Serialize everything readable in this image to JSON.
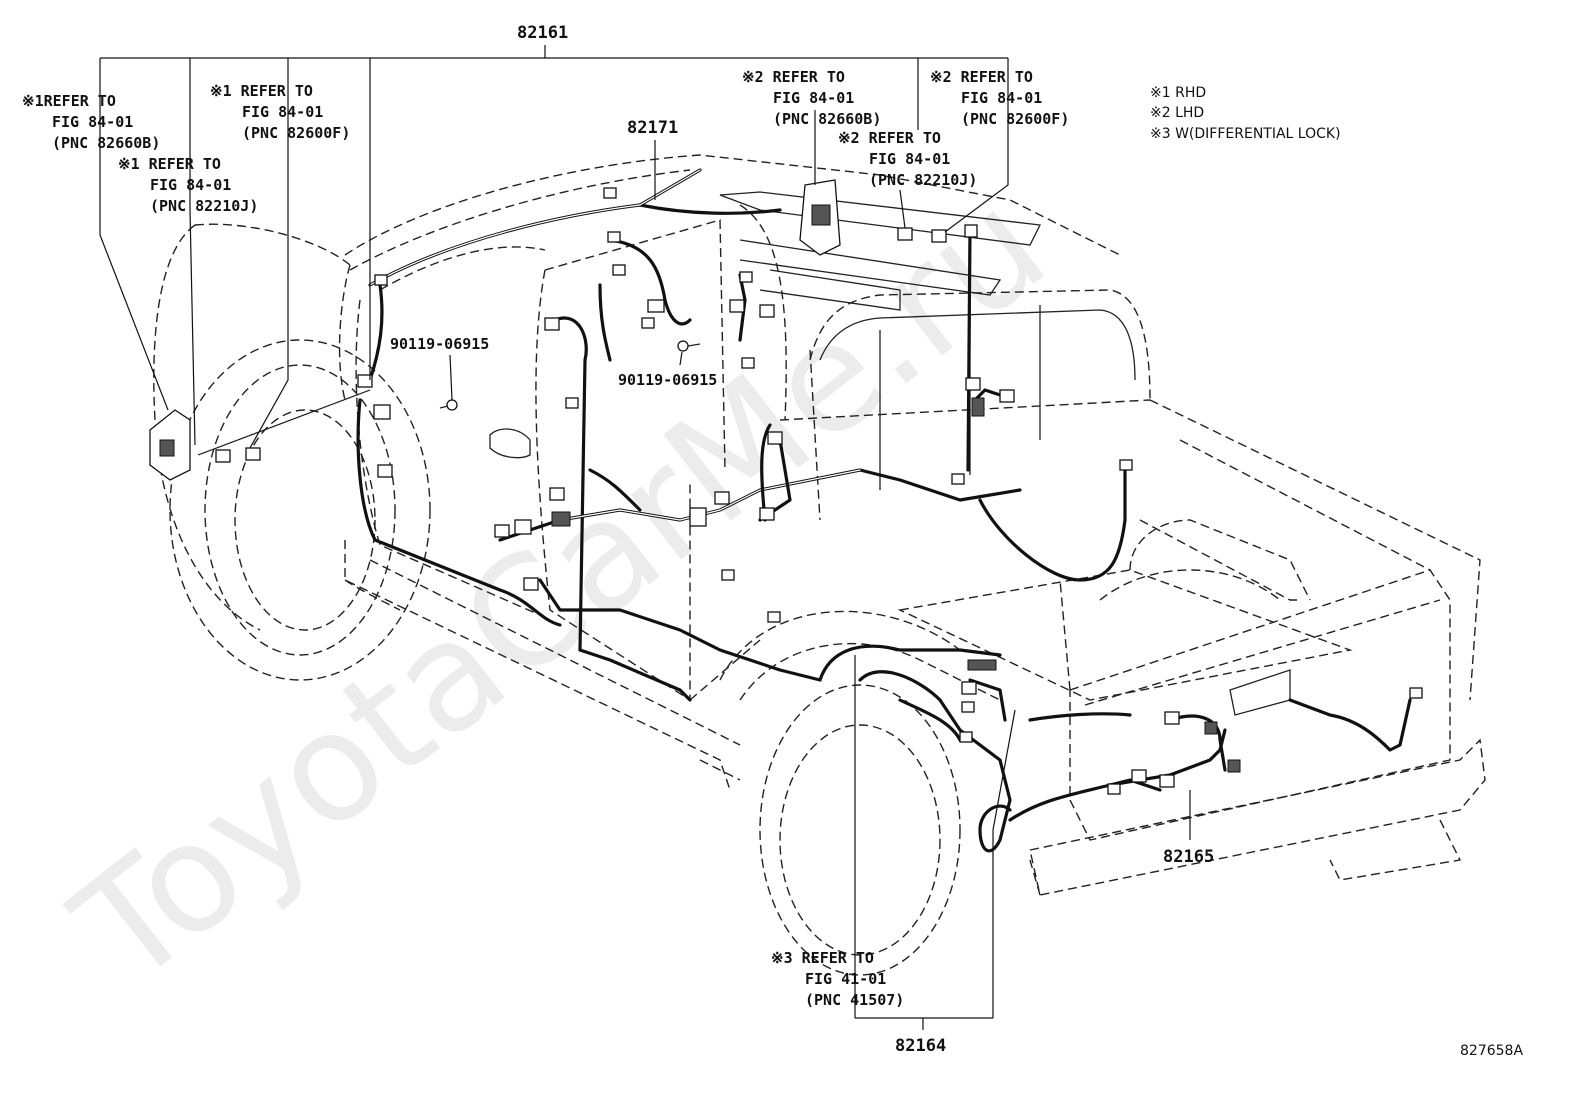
{
  "watermark": "ToyotaCarMe.ru",
  "part_numbers": {
    "p82161": "82161",
    "p82171": "82171",
    "p82164": "82164",
    "p82165": "82165",
    "bolt_a": "90119-06915",
    "bolt_b": "90119-06915"
  },
  "refs": {
    "r1": {
      "line1": "※1REFER TO",
      "line2": "FIG 84-01",
      "line3": "(PNC 82660B)"
    },
    "r2": {
      "line1": "※1 REFER TO",
      "line2": "FIG 84-01",
      "line3": "(PNC 82600F)"
    },
    "r3": {
      "line1": "※1 REFER TO",
      "line2": "FIG 84-01",
      "line3": "(PNC 82210J)"
    },
    "r4": {
      "line1": "※2 REFER TO",
      "line2": "FIG 84-01",
      "line3": "(PNC 82660B)"
    },
    "r5": {
      "line1": "※2 REFER TO",
      "line2": "FIG 84-01",
      "line3": "(PNC 82600F)"
    },
    "r6": {
      "line1": "※2 REFER TO",
      "line2": "FIG 84-01",
      "line3": "(PNC 82210J)"
    },
    "r7": {
      "line1": "※3 REFER TO",
      "line2": "FIG 41-01",
      "line3": "(PNC 41507)"
    }
  },
  "legend": {
    "n1": "※1 RHD",
    "n2": "※2 LHD",
    "n3": "※3 W(DIFFERENTIAL LOCK)"
  },
  "figure_id": "827658A"
}
